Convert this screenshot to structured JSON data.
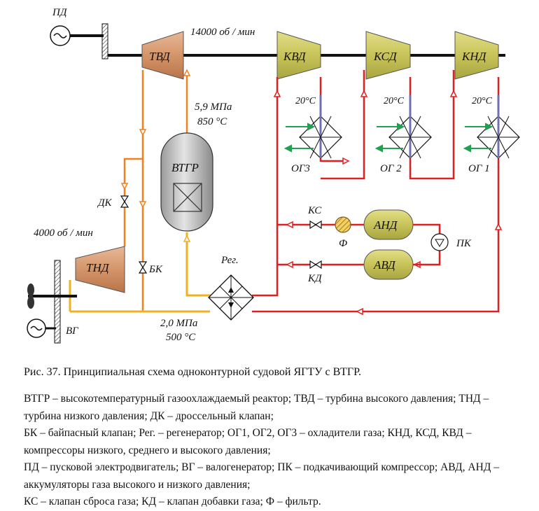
{
  "diagram": {
    "labels": {
      "pd": "ПД",
      "speed_hp": "14000 об / мин",
      "speed_lp": "4000 об / мин",
      "tvd": "ТВД",
      "tnd": "ТНД",
      "kvd": "КВД",
      "ksd": "КСД",
      "knd": "КНД",
      "vtgr": "ВТГР",
      "reactor_pressure": "5,9 МПа",
      "reactor_temp": "850 °С",
      "og3": "ОГ3",
      "og2": "ОГ 2",
      "og1": "ОГ 1",
      "temp_og3": "20°С",
      "temp_og2": "20°С",
      "temp_og1": "20°С",
      "dk": "ДК",
      "bk": "БК",
      "ks": "КС",
      "kd": "КД",
      "filter": "Ф",
      "and": "АНД",
      "avd": "АВД",
      "pk": "ПК",
      "reg": "Рег.",
      "vg": "ВГ",
      "regen_pressure": "2,0 МПа",
      "regen_temp": "500 °С"
    },
    "colors": {
      "turbine": "#d4956a",
      "compressor": "#c8c45a",
      "accumulator": "#c8c45a",
      "hot_line": "#f08020",
      "cold_line": "#e02020",
      "water_line": "#20a050",
      "cooling_pipe": "#7070b0",
      "yellow_line": "#f0b020"
    },
    "icons": {
      "generator": "tilde-circle-icon",
      "propeller": "propeller-icon",
      "reactor": "reactor-vessel-icon",
      "valve": "bowtie-valve-icon",
      "pump": "pump-circle-icon",
      "heat_exchanger": "diamond-heat-exchanger-icon",
      "filter": "hatched-circle-icon"
    }
  },
  "caption": "Рис. 37. Принципиальная схема одноконтурной судовой ЯГТУ с ВТГР.",
  "legend": [
    "ВТГР – высокотемпературный газоохлаждаемый реактор; ТВД – турбина высокого давления; ТНД – турбина низкого давления; ДК – дроссельный клапан;",
    "БК – байпасный клапан; Рег. – регенератор; ОГ1, ОГ2, ОГ3 – охладители газа; КНД, КСД, КВД – компрессоры низкого, среднего и высокого давления;",
    "ПД – пусковой электродвигатель; ВГ – валогенератор; ПК – подкачивающий компрессор; АВД, АНД – аккумуляторы газа высокого и низкого давления;",
    "КС – клапан сброса газа; КД – клапан добавки газа; Ф – фильтр."
  ]
}
